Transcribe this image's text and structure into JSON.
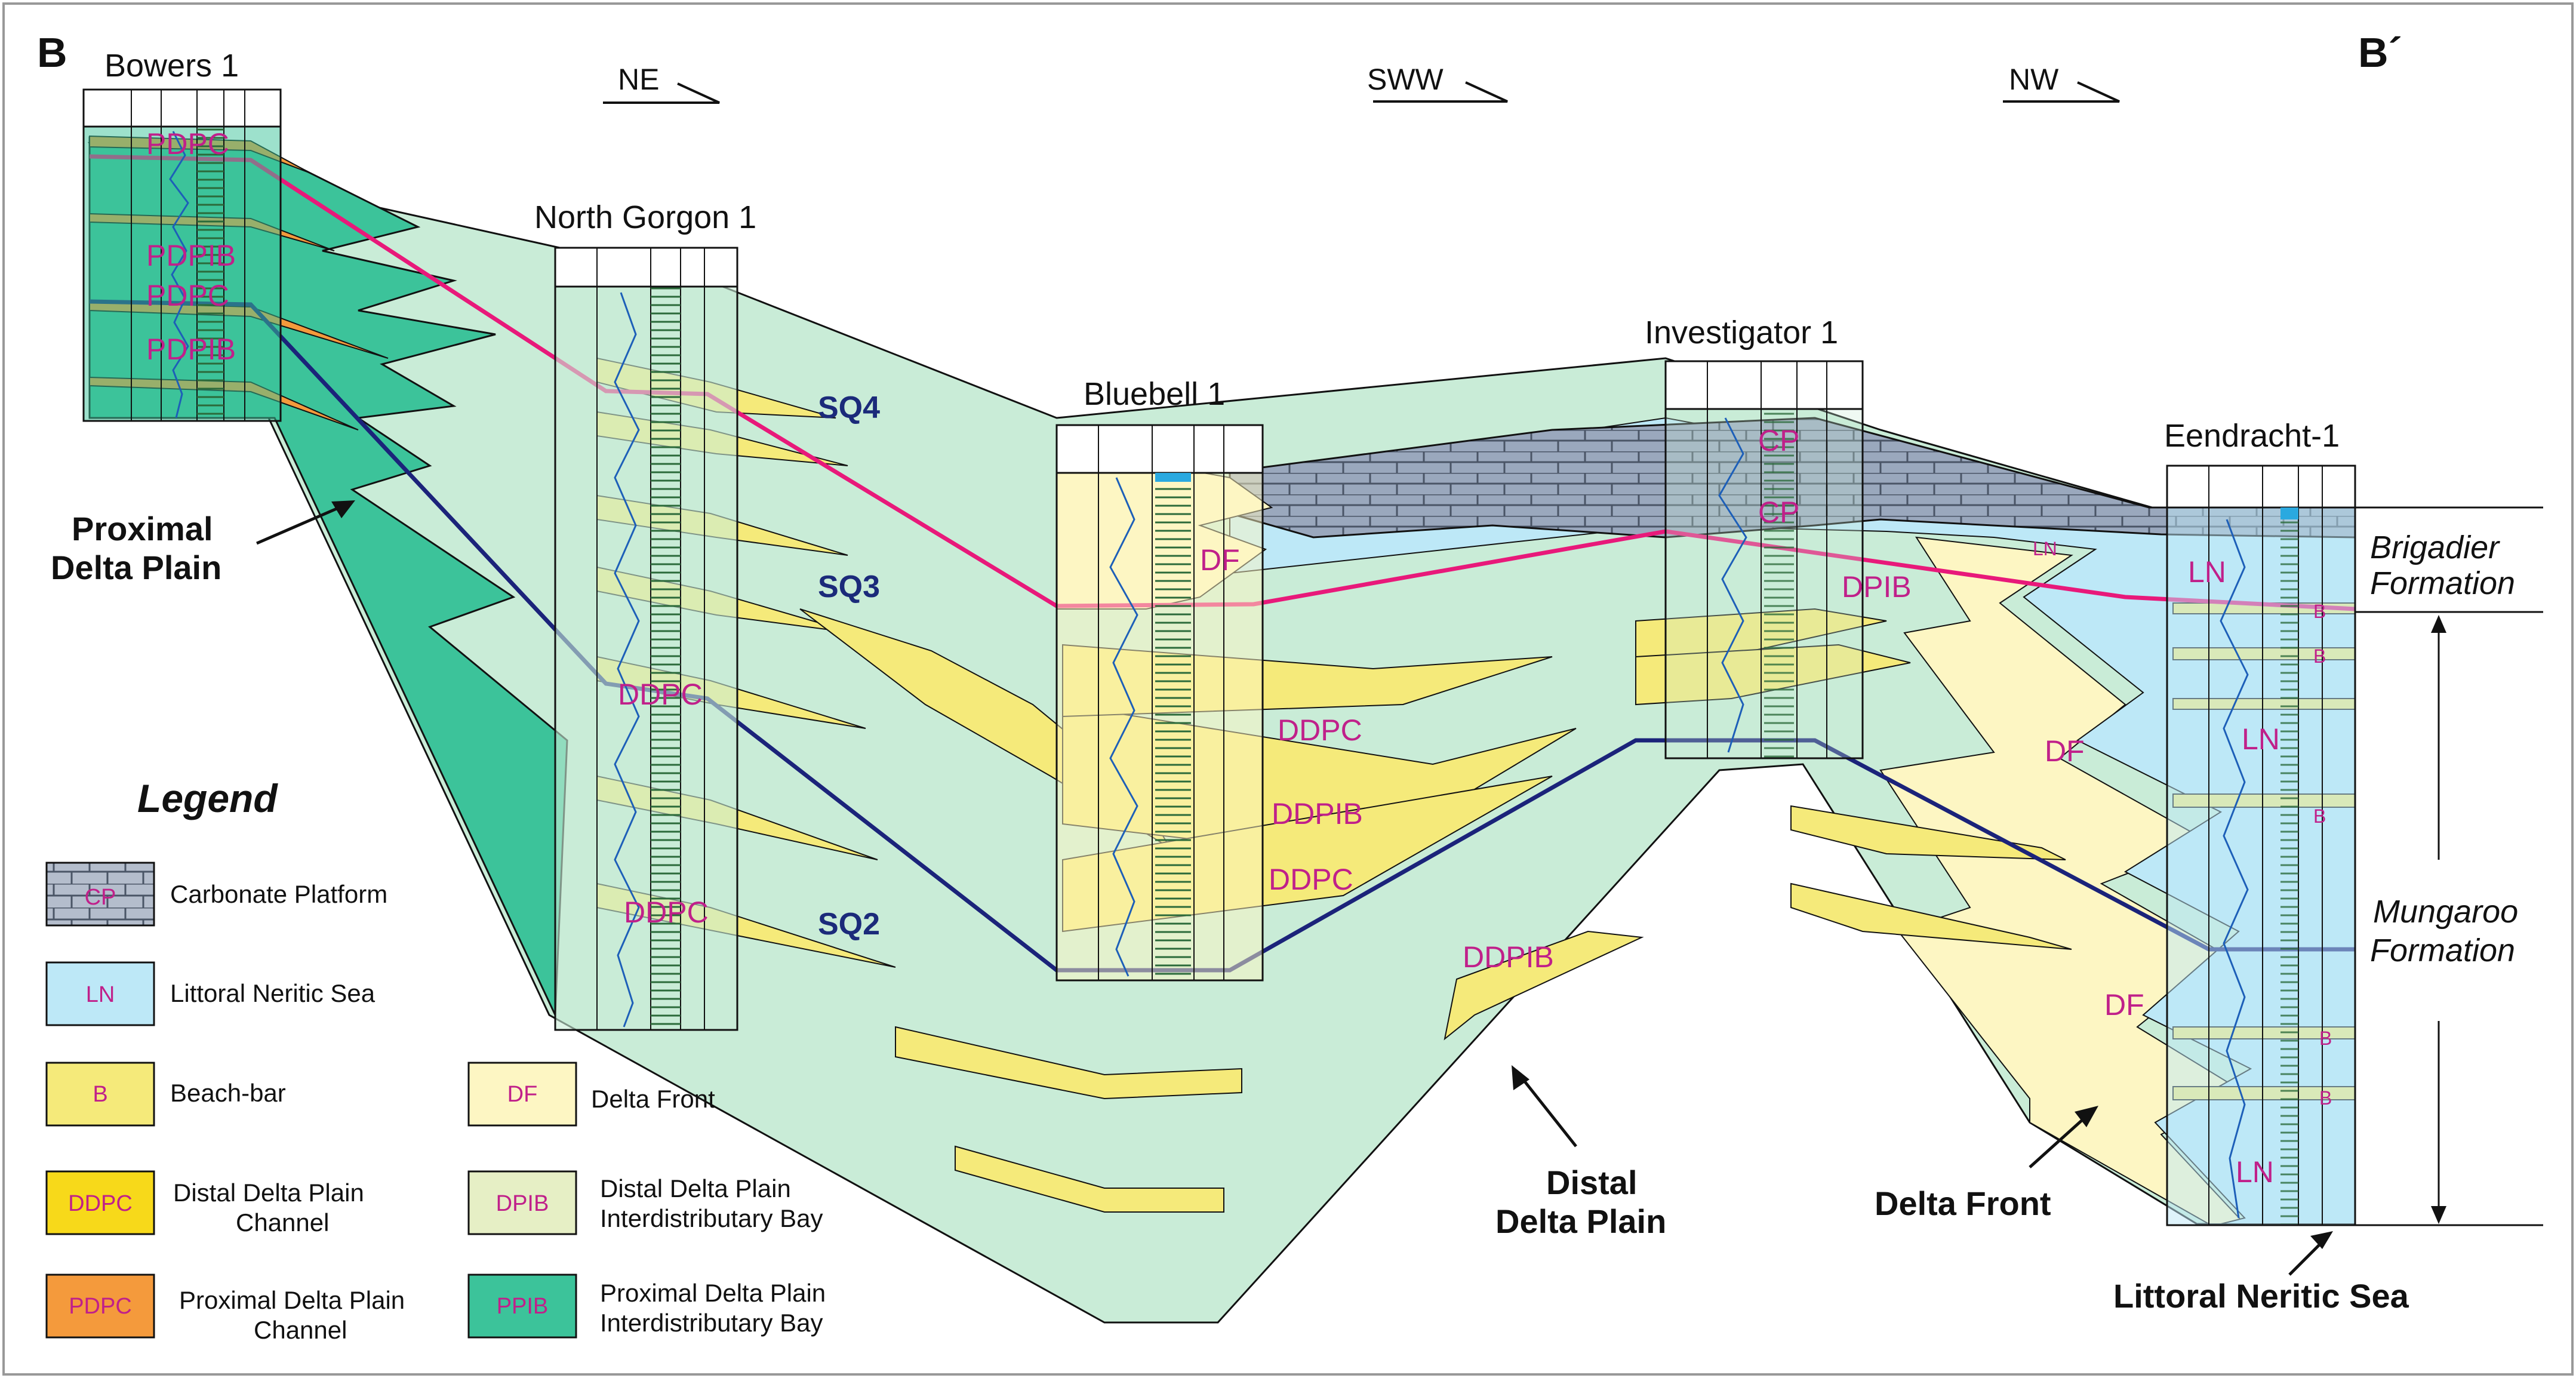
{
  "section_start": "B",
  "section_end": "B´",
  "wells": [
    {
      "name": "Bowers 1"
    },
    {
      "name": "North Gorgon 1"
    },
    {
      "name": "Bluebell 1"
    },
    {
      "name": "Investigator 1"
    },
    {
      "name": "Eendracht-1"
    }
  ],
  "directions": [
    "NE",
    "SWW",
    "NW"
  ],
  "sequences": [
    "SQ4",
    "SQ3",
    "SQ2"
  ],
  "facies_labels": {
    "pdpc": "PDPC",
    "pdpib": "PDPIB",
    "ddpc": "DDPC",
    "ddpib": "DDPIB",
    "df": "DF",
    "dpib": "DPIB",
    "cp": "CP",
    "ln": "LN",
    "b": "B"
  },
  "callouts": {
    "proximal_line1": "Proximal",
    "proximal_line2": "Delta Plain",
    "distal_line1": "Distal",
    "distal_line2": "Delta Plain",
    "delta_front": "Delta Front",
    "littoral": "Littoral Neritic Sea"
  },
  "formations": {
    "brigadier_line1": "Brigadier",
    "brigadier_line2": "Formation",
    "mungaroo_line1": "Mungaroo",
    "mungaroo_line2": "Formation"
  },
  "legend": {
    "title": "Legend",
    "items": [
      {
        "code": "CP",
        "label": "Carbonate Platform",
        "color": "#b4bdcc"
      },
      {
        "code": "LN",
        "label": "Littoral Neritic Sea",
        "color": "#bde8f7"
      },
      {
        "code": "B",
        "label": "Beach-bar",
        "color": "#f5ea7a"
      },
      {
        "code": "DDPC",
        "label_line1": "Distal Delta Plain",
        "label_line2": "Channel",
        "color": "#f7d91a"
      },
      {
        "code": "PDPC",
        "label_line1": "Proximal Delta Plain",
        "label_line2": "Channel",
        "color": "#f49a3c"
      },
      {
        "code": "DF",
        "label": "Delta Front",
        "color": "#fdf6c3"
      },
      {
        "code": "DPIB",
        "label_line1": "Distal Delta Plain",
        "label_line2": "Interdistributary Bay",
        "color": "#e6efc5"
      },
      {
        "code": "PPIB",
        "label_line1": "Proximal Delta Plain",
        "label_line2": "Interdistributary Bay",
        "color": "#3cc39a"
      }
    ]
  },
  "colors": {
    "distal_plain": "#c9ecd7",
    "proximal_plain": "#3cc39a",
    "delta_front": "#fdf6c3",
    "littoral": "#bde8f7",
    "carbonate": "#8e9db4",
    "beach_bar": "#f5ea7a",
    "sb_magenta": "#e8197a",
    "sb_navy": "#1b237a"
  }
}
